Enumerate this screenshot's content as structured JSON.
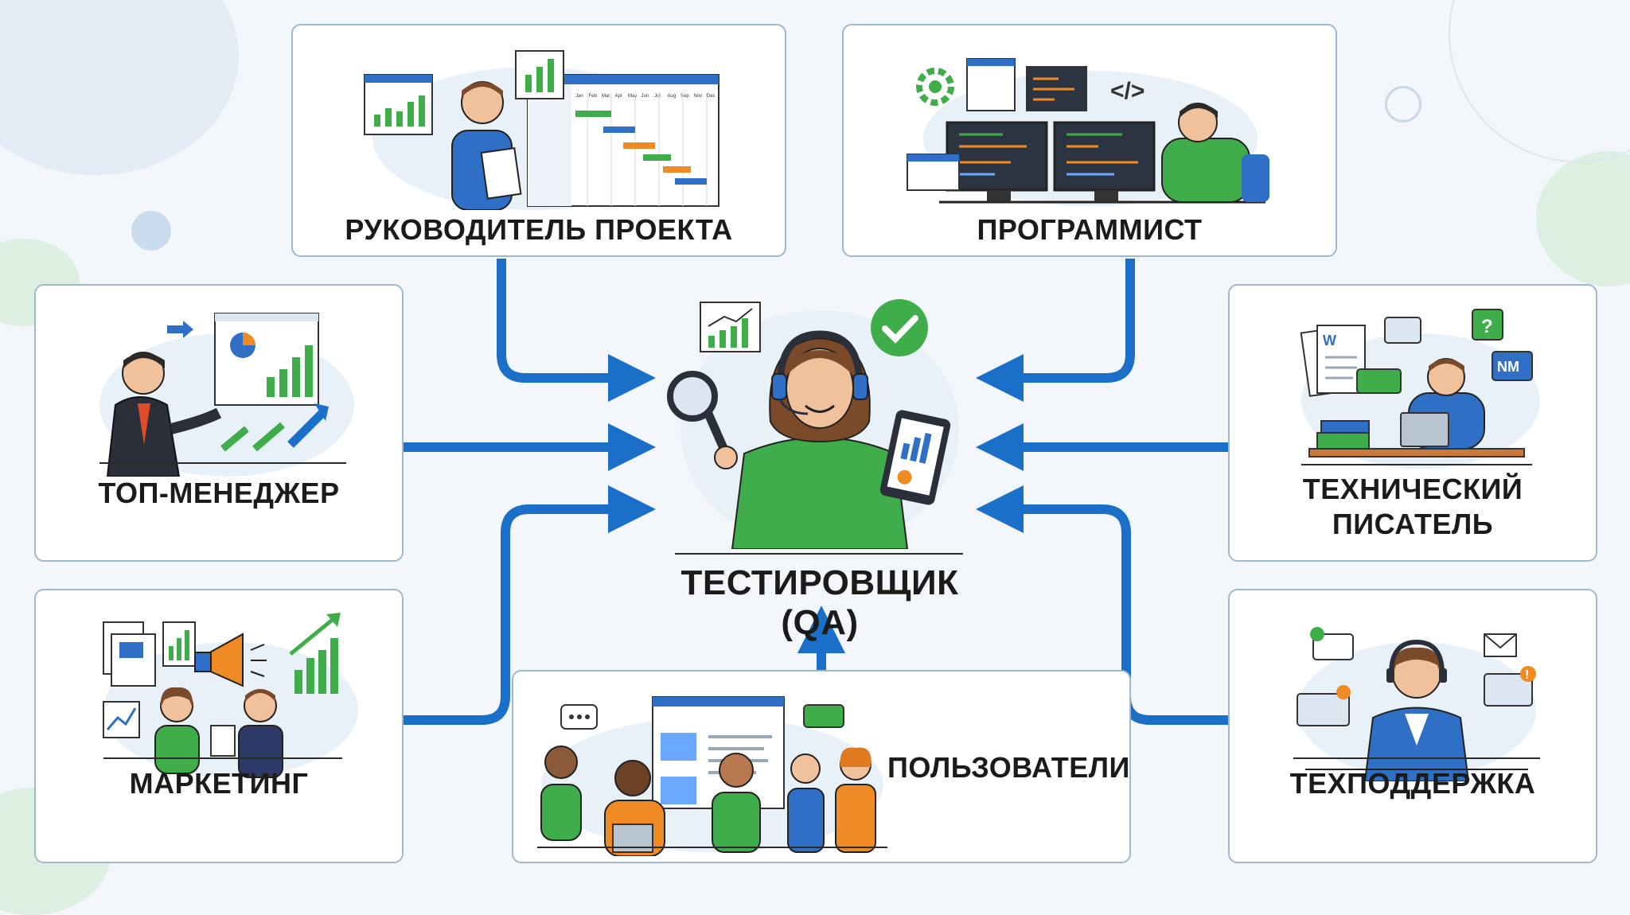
{
  "diagram": {
    "center": {
      "label": "ТЕСТИРОВЩИК (QA)"
    },
    "roles": {
      "project_manager": "РУКОВОДИТЕЛЬ ПРОЕКТА",
      "programmer": "ПРОГРАММИСТ",
      "top_manager": "ТОП-МЕНЕДЖЕР",
      "tech_writer_line1": "ТЕХНИЧЕСКИЙ",
      "tech_writer_line2": "ПИСАТЕЛЬ",
      "marketing": "МАРКЕТИНГ",
      "users": "ПОЛЬЗОВАТЕЛИ",
      "support": "ТЕХПОДДЕРЖКА"
    },
    "gantt_months": [
      "Jan",
      "Feb",
      "Mar",
      "Apr",
      "May",
      "Jun",
      "Jul",
      "Aug",
      "Sep",
      "Nov",
      "Dec"
    ],
    "icon_texts": {
      "code_tag": "</>",
      "word": "W",
      "nm": "NM",
      "question": "?",
      "alert": "!"
    }
  },
  "colors": {
    "arrow": "#1a6fc9",
    "card_border": "#9fb8cf",
    "accent_green": "#3fae4a",
    "shirt_blue": "#2f6fc6"
  }
}
